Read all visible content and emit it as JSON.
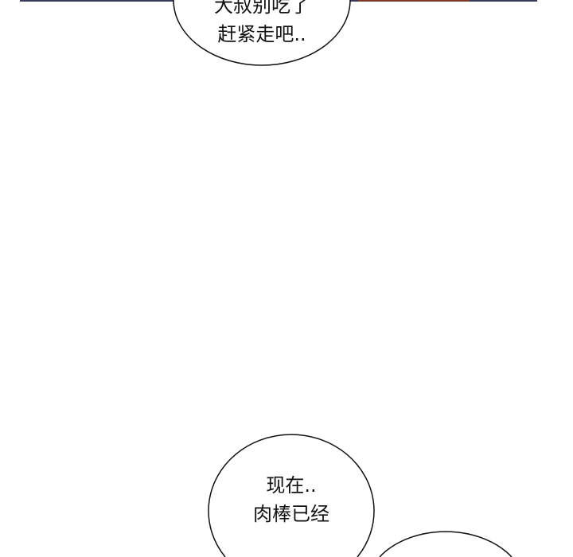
{
  "bubbles": [
    {
      "lines": [
        "大叔别吃了",
        "赶紧走吧.."
      ]
    },
    {
      "lines": [
        "现在..",
        "肉棒已经"
      ]
    }
  ],
  "colors": {
    "panel_edge": "#3a3a5c",
    "panel_edge_accent": "#7a3a2a",
    "bubble_stroke": "#111111"
  }
}
